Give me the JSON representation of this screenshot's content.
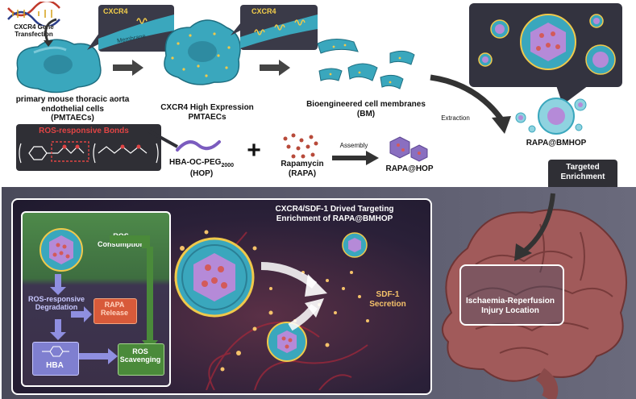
{
  "top": {
    "gene_label": "CXCR4 Gene Transfection",
    "cxcr4_callout_1": "CXCR4",
    "membrane_label": "Membrane",
    "cxcr4_callout_2": "CXCR4",
    "cell_caption_1": "primary mouse thoracic aorta endothelial cells",
    "cell_caption_1b": "(PMTAECs)",
    "cell_caption_2": "CXCR4 High Expression",
    "cell_caption_2b": "PMTAECs",
    "bm_caption": "Bioengineered cell membranes",
    "bm_caption_b": "(BM)",
    "extraction": "Extraction",
    "rapa_bmhop": "RAPA@BMHOP",
    "ros_bonds": "ROS-responsive Bonds",
    "hop_name": "HBA-OC-PEG",
    "hop_sub": "2000",
    "hop_abbr": "(HOP)",
    "plus": "+",
    "rapa_name": "Rapamycin",
    "rapa_abbr": "(RAPA)",
    "assembly": "Assembly",
    "rapa_hop": "RAPA@HOP",
    "targeted": "Targeted",
    "enrichment": "Enrichment"
  },
  "bottom": {
    "title_1": "CXCR4/SDF-1 Drived Targeting",
    "title_2": "Enrichment of RAPA@BMHOP",
    "ros_consumption_1": "ROS",
    "ros_consumption_2": "Consumption",
    "ros_degradation_1": "ROS-responsive",
    "ros_degradation_2": "Degradation",
    "rapa_release_1": "RAPA",
    "rapa_release_2": "Release",
    "hba": "HBA",
    "ros_scavenging_1": "ROS",
    "ros_scavenging_2": "Scavenging",
    "sdf1_1": "SDF-1",
    "sdf1_2": "Secretion",
    "injury_1": "Ischaemia-Reperfusion",
    "injury_2": "Injury Location"
  },
  "colors": {
    "cell": "#3aa7bd",
    "dark_panel": "#2b2b3a",
    "ros_red": "#d93a3a",
    "green_box": "#4a7a3e",
    "purple_box": "#8a8ad0",
    "orange_box": "#e0643a"
  }
}
